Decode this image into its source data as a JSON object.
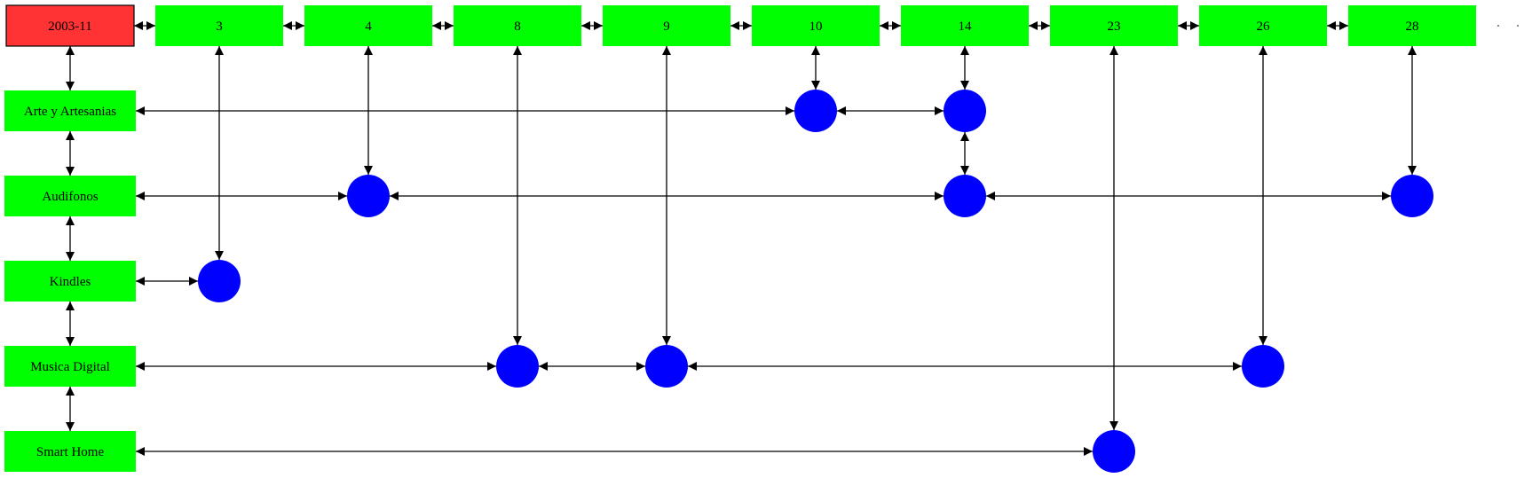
{
  "origin": {
    "label": "2003-11",
    "fill": "#ff3333"
  },
  "days": [
    "3",
    "4",
    "8",
    "9",
    "10",
    "14",
    "23",
    "26",
    "28"
  ],
  "categories": [
    "Arte y Artesanias",
    "Audifonos",
    "Kindles",
    "Musica Digital",
    "Smart Home"
  ],
  "events": [
    {
      "category": "Arte y Artesanias",
      "days": [
        "10",
        "14"
      ]
    },
    {
      "category": "Audifonos",
      "days": [
        "4",
        "14",
        "28"
      ]
    },
    {
      "category": "Kindles",
      "days": [
        "3"
      ]
    },
    {
      "category": "Musica Digital",
      "days": [
        "8",
        "9",
        "26"
      ]
    },
    {
      "category": "Smart Home",
      "days": [
        "23"
      ]
    }
  ],
  "colors": {
    "header_fill": "#00ff00",
    "event_fill": "#0000ff",
    "edge": "#000000"
  }
}
